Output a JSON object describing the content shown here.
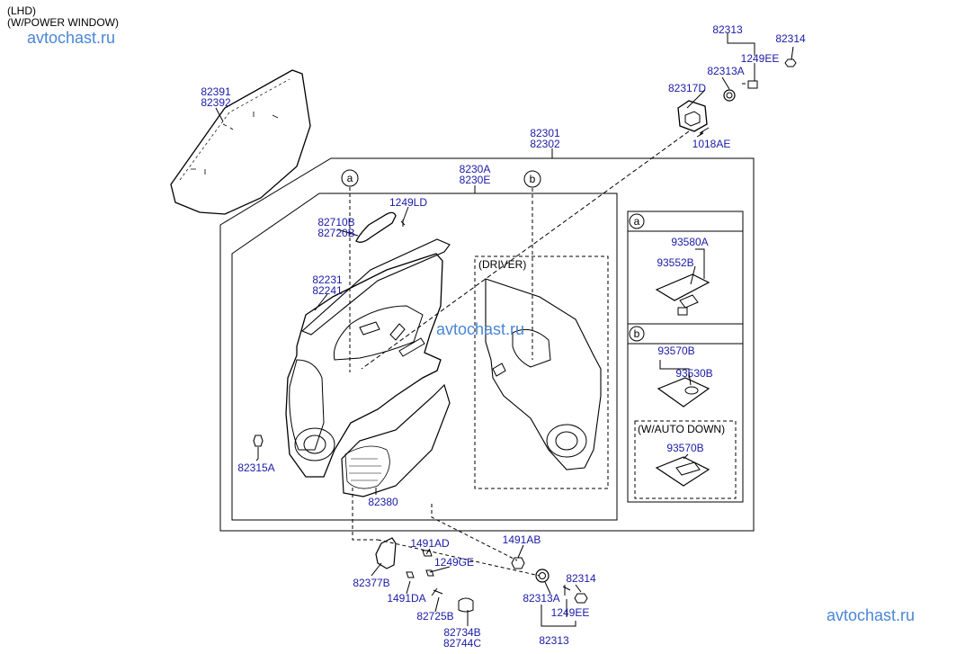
{
  "header": {
    "line1": "(LHD)",
    "line2": "(W/POWER WINDOW)"
  },
  "watermarks": {
    "top_left": "avtochast.ru",
    "center": "avtochast.ru",
    "bottom_right": "avtochast.ru",
    "color": "#4a86d6"
  },
  "colors": {
    "part_number": "#1a1aa6",
    "line": "#000000",
    "watermark": "#4a86d6"
  },
  "parts": {
    "p82313_top": "82313",
    "p82314_top": "82314",
    "p1249EE_top": "1249EE",
    "p82313A_top": "82313A",
    "p82317D": "82317D",
    "p1018AE": "1018AE",
    "p82391": "82391",
    "p82392": "82392",
    "p82301": "82301",
    "p82302": "82302",
    "p8230A": "8230A",
    "p8230E": "8230E",
    "p1249LD": "1249LD",
    "p82710B": "82710B",
    "p82720B": "82720B",
    "p82231": "82231",
    "p82241": "82241",
    "p82315A": "82315A",
    "p82380": "82380",
    "p82377B": "82377B",
    "p1491AD": "1491AD",
    "p1249GE": "1249GE",
    "p1491DA": "1491DA",
    "p82725B": "82725B",
    "p82734B": "82734B",
    "p82744C": "82744C",
    "p1491AB": "1491AB",
    "p82314_bot": "82314",
    "p82313A_bot": "82313A",
    "p1249EE_bot": "1249EE",
    "p82313_bot": "82313",
    "p93580A": "93580A",
    "p93552B": "93552B",
    "p93570B_b": "93570B",
    "p93530B": "93530B",
    "p93570B_auto": "93570B"
  },
  "callouts": {
    "a": "a",
    "b": "b"
  },
  "section_labels": {
    "driver": "(DRIVER)",
    "auto_down": "(W/AUTO DOWN)"
  }
}
